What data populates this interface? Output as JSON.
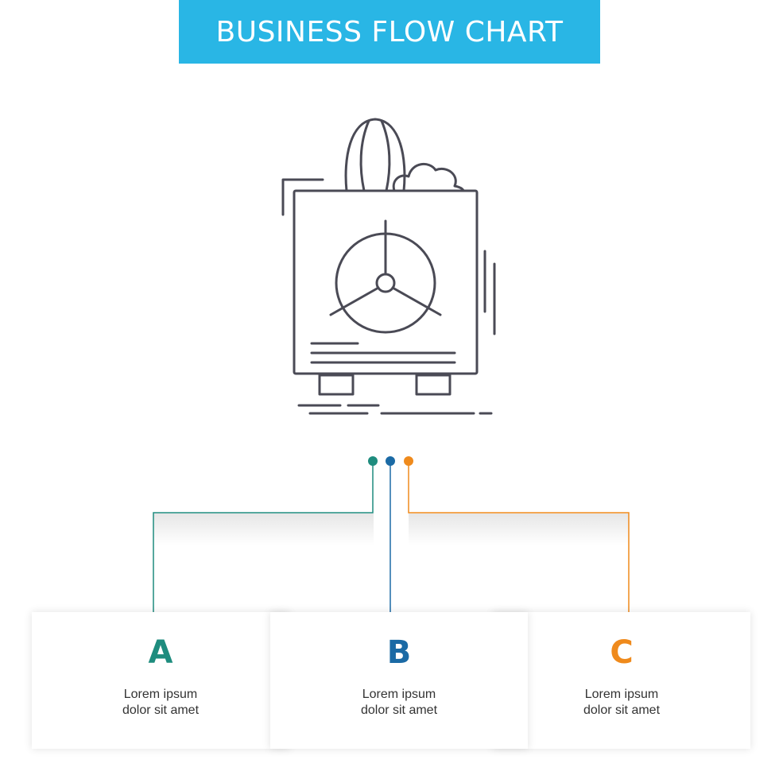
{
  "header": {
    "title": "BUSINESS FLOW CHART"
  },
  "illustration": {
    "icon": "safe-with-globe-and-cloud-icon"
  },
  "steps": [
    {
      "letter": "A",
      "line1": "Lorem ipsum",
      "line2": "dolor sit amet",
      "color": "#1e8c7e"
    },
    {
      "letter": "B",
      "line1": "Lorem ipsum",
      "line2": "dolor sit amet",
      "color": "#1b6aa5"
    },
    {
      "letter": "C",
      "line1": "Lorem ipsum",
      "line2": "dolor sit amet",
      "color": "#ef8a1c"
    }
  ],
  "colors": {
    "banner": "#29b6e5",
    "icon_stroke": "#4a4a55"
  }
}
